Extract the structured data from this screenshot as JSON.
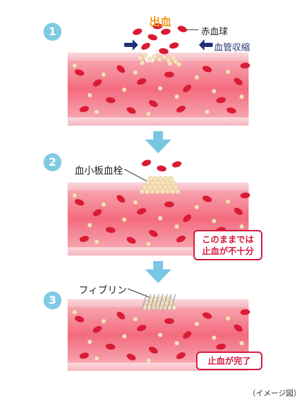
{
  "steps": [
    {
      "number": "1",
      "labels": {
        "bleeding": "出血",
        "rbc": "赤血球",
        "vasoconstriction": "血管収縮"
      }
    },
    {
      "number": "2",
      "labels": {
        "platelet_plug": "血小板血栓"
      },
      "note_line1": "このままでは",
      "note_line2": "止血が不十分"
    },
    {
      "number": "3",
      "labels": {
        "fibrin": "フィブリン"
      },
      "note": "止血が完了"
    }
  ],
  "caption": "（イメージ図）",
  "colors": {
    "vessel_wall": "#f8c2c9",
    "vessel_lumen": "#f36b7e",
    "red_cell": "#d91b34",
    "platelet": "#f6e3bd",
    "step_circle": "#7fcbe3",
    "arrow": "#78c7e3",
    "navy_arrow": "#1f2f7a",
    "callout": "#d5183f",
    "title_orange": "#f39a1e"
  }
}
